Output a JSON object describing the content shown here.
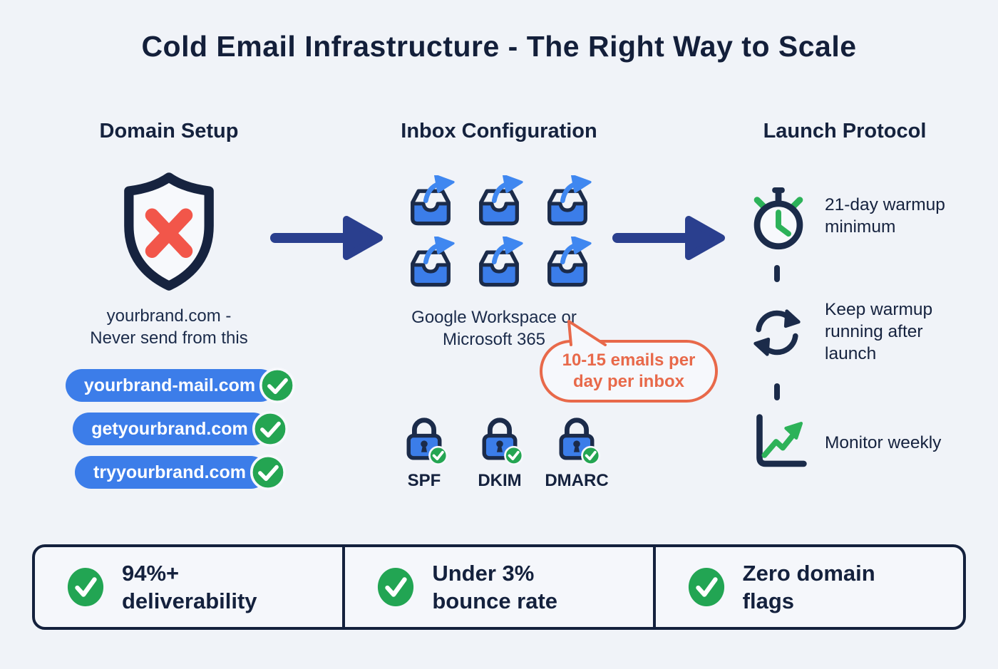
{
  "title": "Cold Email Infrastructure - The Right Way to Scale",
  "colors": {
    "background": "#f0f3f8",
    "navy": "#16233f",
    "arrow_blue": "#2a3f8e",
    "pill_blue": "#3c7de9",
    "icon_blue": "#3f87f0",
    "green": "#22a553",
    "red_x": "#f2564a",
    "orange": "#e8694a"
  },
  "domain_setup": {
    "heading": "Domain Setup",
    "warning_line1": "yourbrand.com -",
    "warning_line2": "Never send from this",
    "domains": [
      "yourbrand-mail.com",
      "getyourbrand.com",
      "tryyourbrand.com"
    ]
  },
  "inbox_configuration": {
    "heading": "Inbox Configuration",
    "provider_line1": "Google Workspace or",
    "provider_line2": "Microsoft 365",
    "callout_line1": "10-15 emails per",
    "callout_line2": "day per inbox",
    "auth_records": [
      "SPF",
      "DKIM",
      "DMARC"
    ]
  },
  "launch_protocol": {
    "heading": "Launch Protocol",
    "steps": [
      {
        "icon": "stopwatch-icon",
        "label": "21-day warmup minimum"
      },
      {
        "icon": "sync-icon",
        "label": "Keep warmup running after launch"
      },
      {
        "icon": "chart-up-icon",
        "label": "Monitor weekly"
      }
    ]
  },
  "footer_stats": [
    {
      "label": "94%+ deliverability"
    },
    {
      "label": "Under 3% bounce rate"
    },
    {
      "label": "Zero domain flags"
    }
  ]
}
